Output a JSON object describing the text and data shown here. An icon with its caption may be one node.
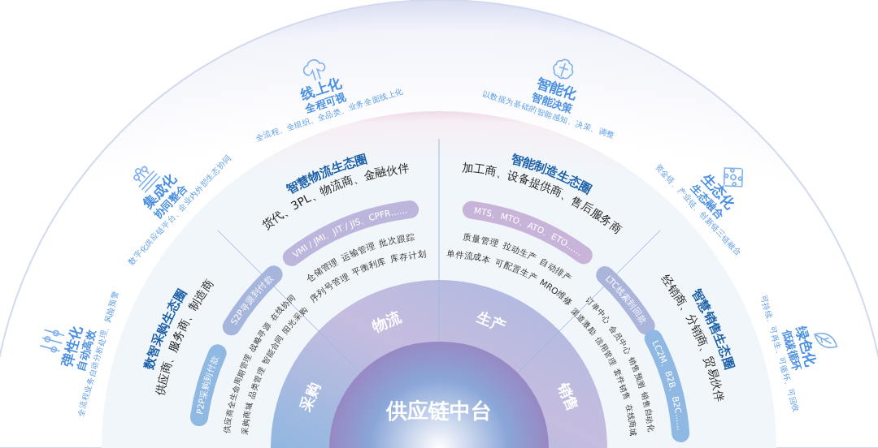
{
  "diagram": {
    "nodes": [
      {
        "text": [
          "供应链中台"
        ]
      },
      {
        "text": [
          "采购"
        ]
      },
      {
        "text": [
          "物流"
        ]
      },
      {
        "text": [
          "生产"
        ]
      },
      {
        "text": [
          "销售"
        ]
      },
      {
        "text": [
          "弹性化",
          "自动高效",
          "全流程业务自动分析处理、风险预警"
        ]
      },
      {
        "text": [
          "集成化",
          "协同整合",
          "数字化供应链平台、企业内外部生态协同"
        ]
      },
      {
        "text": [
          "线上化",
          "全程可视",
          "全流程、全组织、全品类、业务全面线上化"
        ]
      },
      {
        "text": [
          "智能化",
          "智能决策",
          "以数据为基础的智能感知、决策、调整"
        ]
      },
      {
        "text": [
          "生态化",
          "生态融合",
          "资金链、产业链、创新链三链融合"
        ]
      },
      {
        "text": [
          "绿色化",
          "低碳循环",
          "可持续、可再生、可循环、可回收"
        ]
      },
      {
        "text": [
          "数智采购生态圈",
          "供应商、服务商、制造商"
        ]
      },
      {
        "text": [
          "智慧物流生态圈",
          "货代、3PL、物流商、金融伙伴"
        ]
      },
      {
        "text": [
          "智能制造生态圈",
          "加工商、设备提供商、售后服务商"
        ]
      },
      {
        "text": [
          "智慧销售生态圈",
          "经销商、分销商、贸易伙伴"
        ]
      },
      {
        "text": [
          "P2P采购到付款"
        ]
      },
      {
        "text": [
          "S2P寻源到付款"
        ]
      },
      {
        "text": [
          "VMI / JMI、JIT / JIS、CPFR……"
        ]
      },
      {
        "text": [
          "MTS、MTO、ATO、ETO……"
        ]
      },
      {
        "text": [
          "LTC线索到回款"
        ]
      },
      {
        "text": [
          "LC2M、B2B、B2C……"
        ]
      }
    ],
    "labels": [
      "供应商全生命周期管理 战略寻源 在线协同",
      "采购商城 品类管理 智能合同 阳光采购",
      "仓储管理 运输管理 批次跟踪",
      "序列号管理 平衡利库 库存计划",
      "质量管理 拉动生产 自动排产",
      "单件流成本 可配置生产 MRO维修",
      "订单中心 会员中心 销售预测 销售自动化",
      "渠道激励 信用管理 套件销售 在线商城"
    ]
  }
}
